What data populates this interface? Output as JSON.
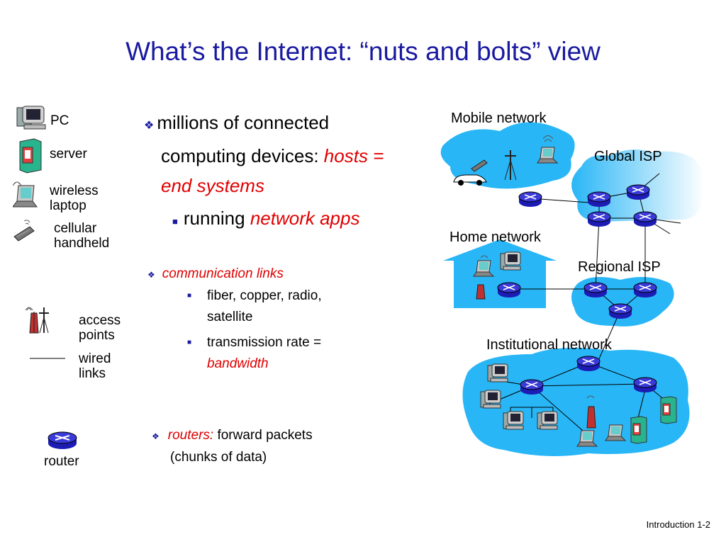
{
  "title": "What’s the Internet: “nuts and bolts” view",
  "legend": {
    "pc": "PC",
    "server": "server",
    "wireless_laptop": [
      "wireless",
      "laptop"
    ],
    "cellular_handheld": [
      "cellular",
      "handheld"
    ],
    "access_points": [
      "access",
      "points"
    ],
    "wired_links": [
      "wired",
      "links"
    ],
    "router": "router"
  },
  "bullets": {
    "b1_line1": "millions of connected",
    "b1_line2_a": "computing devices: ",
    "b1_line2_b": "hosts =",
    "b1_line3": "end systems",
    "b1_sub_a": "running ",
    "b1_sub_b": "network apps",
    "b2_head": "communication links",
    "b2_sub1_line1": "fiber, copper, radio,",
    "b2_sub1_line2": "satellite",
    "b2_sub2_line1": "transmission rate =",
    "b2_sub2_line2": "bandwidth",
    "b3_a": "routers:",
    "b3_b": " forward packets",
    "b3_line2": "(chunks of data)"
  },
  "network": {
    "mobile": "Mobile network",
    "global_isp": "Global ISP",
    "home": "Home network",
    "regional_isp": "Regional ISP",
    "institutional": "Institutional network"
  },
  "footer": "Introduction 1-2",
  "colors": {
    "title": "#1a1aa0",
    "emphasis": "#e00000",
    "cloud": "#29b6f6",
    "router": "#1c1cb5"
  }
}
